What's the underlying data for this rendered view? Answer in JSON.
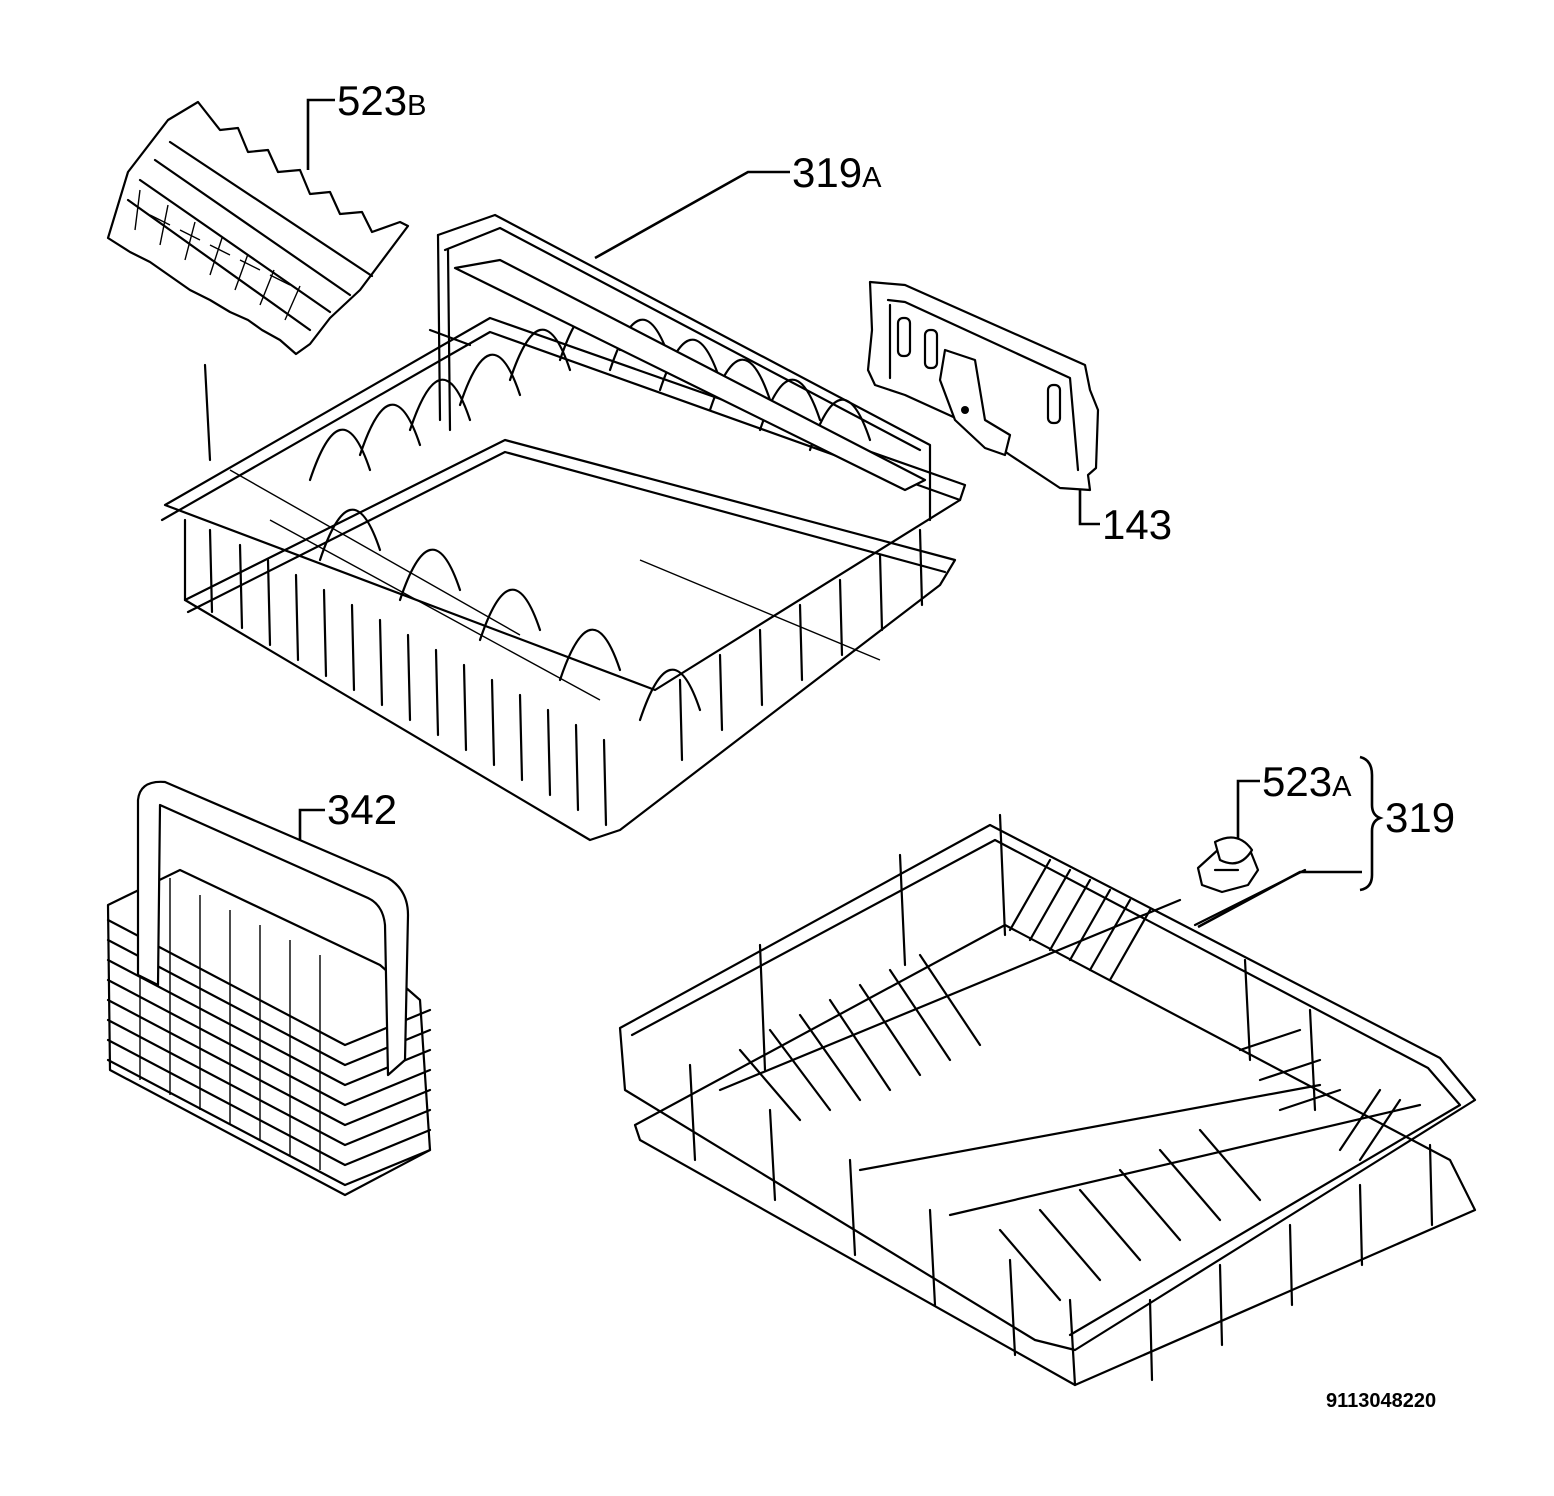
{
  "diagram": {
    "callouts": [
      {
        "id": "523B",
        "number": "523",
        "suffix": "B"
      },
      {
        "id": "319A",
        "number": "319",
        "suffix": "A"
      },
      {
        "id": "143",
        "number": "143",
        "suffix": ""
      },
      {
        "id": "342",
        "number": "342",
        "suffix": ""
      },
      {
        "id": "523A",
        "number": "523",
        "suffix": "A"
      },
      {
        "id": "319",
        "number": "319",
        "suffix": ""
      }
    ],
    "document_id": "9113048220"
  }
}
